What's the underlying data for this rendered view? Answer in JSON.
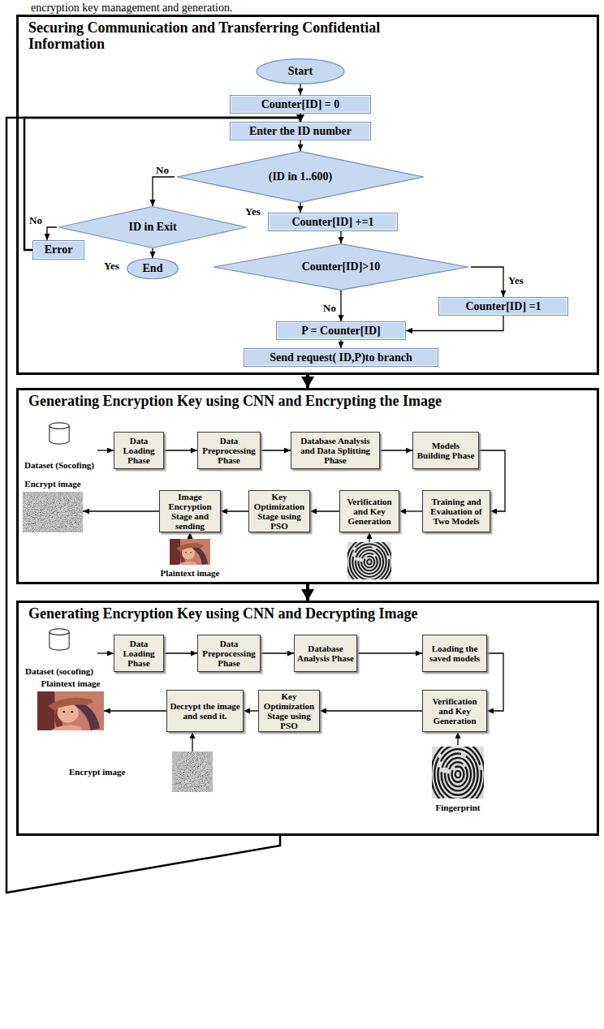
{
  "diagram": {
    "nodes": [
      {
        "text": [
          "Securing Communication and Transferring Confidential Information"
        ]
      },
      {
        "text": [
          "Start"
        ],
        "in": 0
      },
      {
        "text": [
          "Counter[ID] = 0"
        ],
        "in": 0
      },
      {
        "text": [
          "Enter the ID number"
        ],
        "in": 0
      },
      {
        "text": [
          "(ID in 1..600)"
        ],
        "in": 0
      },
      {
        "text": [
          "ID in Exit"
        ],
        "in": 0
      },
      {
        "text": [
          "Counter[ID] +=1"
        ],
        "in": 0
      },
      {
        "text": [
          "Error"
        ],
        "in": 0
      },
      {
        "text": [
          "End"
        ],
        "in": 0
      },
      {
        "text": [
          "Counter[ID]>10"
        ],
        "in": 0
      },
      {
        "text": [
          "Counter[ID] =1"
        ],
        "in": 0
      },
      {
        "text": [
          "P = Counter[ID]"
        ],
        "in": 0
      },
      {
        "text": [
          "Send request( ID,P)to branch"
        ],
        "in": 0
      },
      {
        "text": [
          "Generating Encryption Key using CNN and Encrypting the Image"
        ]
      },
      {
        "text": [
          "Dataset (Socofing)"
        ],
        "in": 13
      },
      {
        "text": [
          "Data Loading Phase"
        ],
        "in": 13
      },
      {
        "text": [
          "Data Preprocessing Phase"
        ],
        "in": 13
      },
      {
        "text": [
          "Database Analysis and Data Splitting Phase"
        ],
        "in": 13
      },
      {
        "text": [
          "Models Building Phase"
        ],
        "in": 13
      },
      {
        "text": [
          "Encrypt image"
        ],
        "in": 13
      },
      {
        "text": [
          "Image Encryption Stage and sending"
        ],
        "in": 13
      },
      {
        "text": [
          "Key Optimization Stage using PSO"
        ],
        "in": 13
      },
      {
        "text": [
          "Verification and Key Generation"
        ],
        "in": 13
      },
      {
        "text": [
          "Training and Evaluation of Two Models"
        ],
        "in": 13
      },
      {
        "text": [
          "Plaintext image"
        ],
        "in": 13
      },
      {
        "text": [
          "Generating Encryption Key using CNN and Decrypting Image"
        ]
      },
      {
        "text": [
          "Dataset (socofing)"
        ],
        "in": 25
      },
      {
        "text": [
          "Data Loading Phase"
        ],
        "in": 25
      },
      {
        "text": [
          "Data Preprocessing Phase"
        ],
        "in": 25
      },
      {
        "text": [
          "Database Analysis Phase"
        ],
        "in": 25
      },
      {
        "text": [
          "Loading the saved models"
        ],
        "in": 25
      },
      {
        "text": [
          "Plaintext image"
        ],
        "in": 25
      },
      {
        "text": [
          "Decrypt the image and send it."
        ],
        "in": 25
      },
      {
        "text": [
          "Key Optimization Stage using PSO"
        ],
        "in": 25
      },
      {
        "text": [
          "Verification and Key Generation"
        ],
        "in": 25
      },
      {
        "text": [
          "Encrypt image"
        ],
        "in": 25
      },
      {
        "text": [
          "Fingerprint"
        ],
        "in": 25
      }
    ],
    "edges": [
      {
        "from": 1,
        "to": 2,
        "arrow": "to"
      },
      {
        "from": 2,
        "to": 3,
        "arrow": "to"
      },
      {
        "from": 3,
        "to": 4,
        "arrow": "to"
      },
      {
        "from": 4,
        "to": 5,
        "label": "No",
        "arrow": "to"
      },
      {
        "from": 4,
        "to": 6,
        "label": "Yes",
        "arrow": "to"
      },
      {
        "from": 5,
        "to": 7,
        "label": "No",
        "arrow": "to"
      },
      {
        "from": 5,
        "to": 8,
        "label": "Yes",
        "arrow": "to"
      },
      {
        "from": 6,
        "to": 9,
        "arrow": "to"
      },
      {
        "from": 9,
        "to": 10,
        "label": "Yes",
        "arrow": "to"
      },
      {
        "from": 9,
        "to": 11,
        "label": "No",
        "arrow": "to"
      },
      {
        "from": 10,
        "to": 11,
        "arrow": "to"
      },
      {
        "from": 11,
        "to": 12,
        "arrow": "to"
      },
      {
        "from": 7,
        "to": 3,
        "arrow": "to"
      },
      {
        "from": 0,
        "to": 13,
        "arrow": "to"
      },
      {
        "from": 13,
        "to": 25,
        "arrow": "to"
      },
      {
        "from": 25,
        "to": 3,
        "arrow": "to"
      },
      {
        "from": 14,
        "to": 15,
        "arrow": "to"
      },
      {
        "from": 15,
        "to": 16,
        "arrow": "to"
      },
      {
        "from": 16,
        "to": 17,
        "arrow": "to"
      },
      {
        "from": 17,
        "to": 18,
        "arrow": "to"
      },
      {
        "from": 18,
        "to": 23,
        "arrow": "to"
      },
      {
        "from": 23,
        "to": 22,
        "arrow": "to"
      },
      {
        "from": 22,
        "to": 21,
        "arrow": "to"
      },
      {
        "from": 21,
        "to": 20,
        "arrow": "to"
      },
      {
        "from": 20,
        "to": 19,
        "arrow": "to"
      },
      {
        "from": 24,
        "to": 20,
        "arrow": "to"
      },
      {
        "from": 26,
        "to": 27,
        "arrow": "to"
      },
      {
        "from": 27,
        "to": 28,
        "arrow": "to"
      },
      {
        "from": 28,
        "to": 29,
        "arrow": "to"
      },
      {
        "from": 29,
        "to": 30,
        "arrow": "to"
      },
      {
        "from": 30,
        "to": 34,
        "arrow": "to"
      },
      {
        "from": 34,
        "to": 33,
        "arrow": "to"
      },
      {
        "from": 33,
        "to": 32,
        "arrow": "to"
      },
      {
        "from": 32,
        "to": 31,
        "arrow": "to"
      },
      {
        "from": 35,
        "to": 32,
        "arrow": "to"
      },
      {
        "from": 36,
        "to": 34,
        "arrow": "to"
      }
    ],
    "labels": [
      "encryption key management and generation."
    ]
  }
}
